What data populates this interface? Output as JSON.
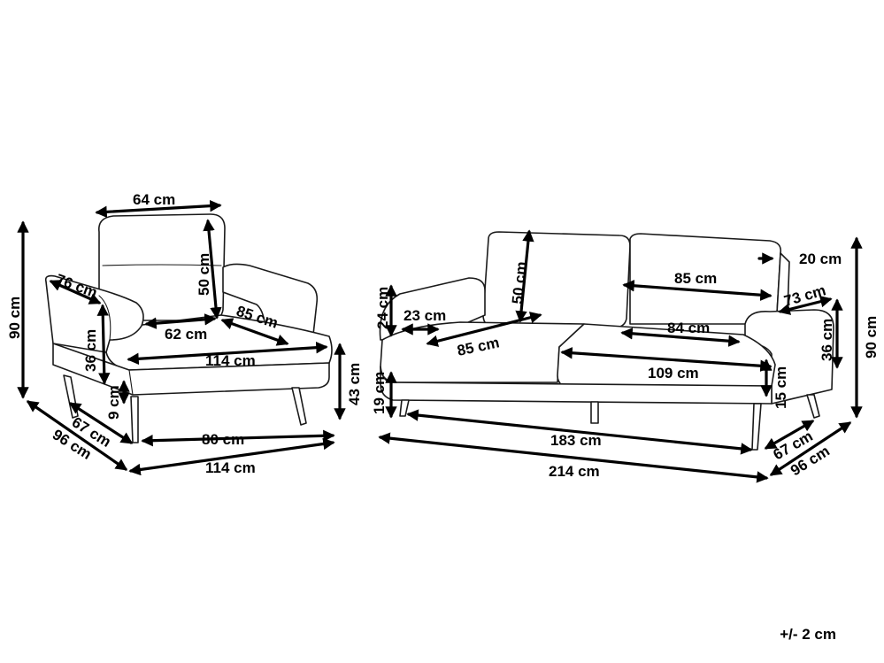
{
  "tolerance": "+/- 2 cm",
  "armchair": {
    "seat_width_top": "64 cm",
    "backrest_height": "50 cm",
    "arm_depth": "76 cm",
    "total_height": "90 cm",
    "arm_height": "36 cm",
    "back_cushion_width": "62 cm",
    "seat_depth": "85 cm",
    "seat_width": "114 cm",
    "cushion_thickness": "9 cm",
    "seat_height": "43 cm",
    "seat_depth_bottom": "67 cm",
    "total_depth": "96 cm",
    "base_width": "80 cm",
    "total_width": "114 cm"
  },
  "sofa": {
    "arm_top_height": "24 cm",
    "arm_width": "23 cm",
    "backrest_height": "50 cm",
    "back_offset": "20 cm",
    "back_cushion_width": "85 cm",
    "arm_depth": "73 cm",
    "seat_cushion_depth_left": "85 cm",
    "seat_cushion_depth_right": "84 cm",
    "arm_height": "36 cm",
    "total_height": "90 cm",
    "leg_height": "19 cm",
    "seat_width": "109 cm",
    "cushion_thickness": "15 cm",
    "base_width": "183 cm",
    "seat_depth_bottom": "67 cm",
    "total_depth": "96 cm",
    "total_width": "214 cm"
  }
}
